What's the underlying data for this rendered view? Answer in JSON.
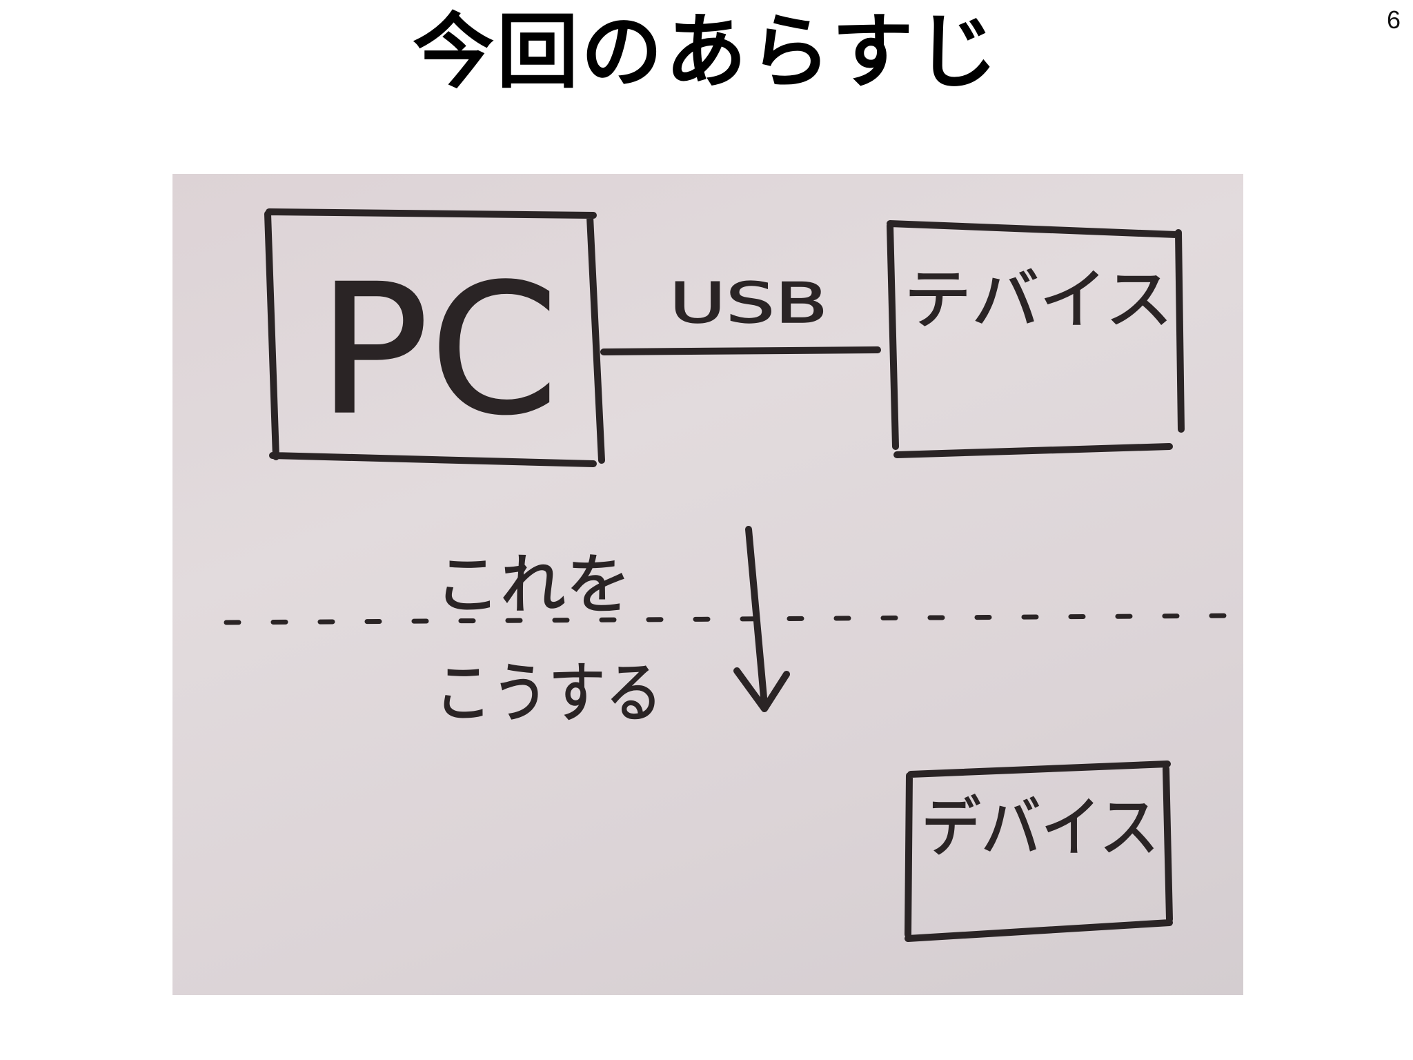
{
  "slide": {
    "title": "今回のあらすじ",
    "page_number": "6"
  },
  "whiteboard": {
    "pc_label": "PC",
    "connection_label": "USB",
    "device_top_label": "テバイス",
    "caption_line1": "これを",
    "caption_line2": "こうする",
    "device_bottom_label": "デバイス",
    "ink_color": "#2a2425",
    "board_color": "#ddd5d8"
  }
}
